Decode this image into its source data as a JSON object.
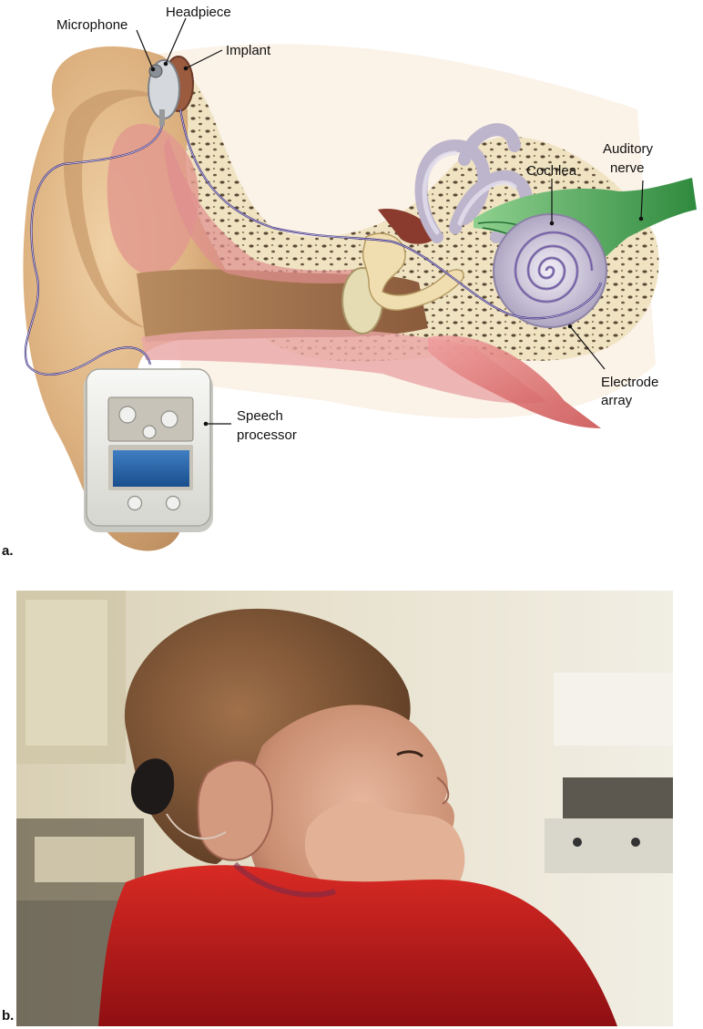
{
  "panel_a": {
    "letter": "a.",
    "labels": {
      "microphone": "Microphone",
      "headpiece": "Headpiece",
      "implant": "Implant",
      "cochlea": "Cochlea",
      "auditory_nerve_1": "Auditory",
      "auditory_nerve_2": "nerve",
      "electrode_1": "Electrode",
      "electrode_2": "array",
      "speech_1": "Speech",
      "speech_2": "processor"
    }
  },
  "panel_b": {
    "letter": "b."
  }
}
